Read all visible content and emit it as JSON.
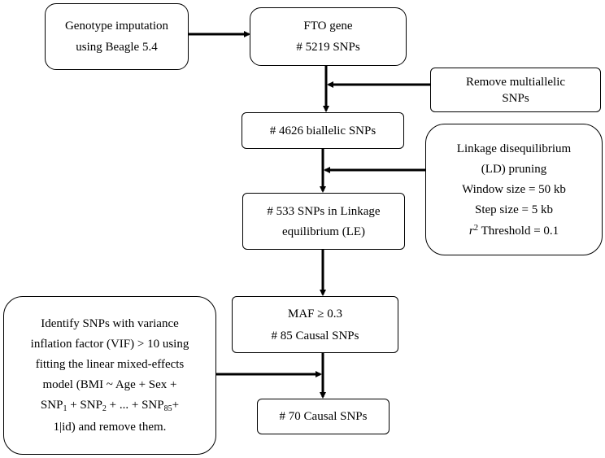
{
  "nodes": {
    "imputation": {
      "lines": [
        "Genotype imputation",
        "using Beagle 5.4"
      ]
    },
    "fto": {
      "lines": [
        "FTO gene",
        "# 5219 SNPs"
      ]
    },
    "remove": {
      "lines": [
        "Remove multiallelic",
        "SNPs"
      ]
    },
    "biallelic": {
      "lines": [
        "# 4626 biallelic SNPs"
      ]
    },
    "ld": {
      "lines": [
        "Linkage disequilibrium",
        "(LD) pruning",
        "Window size = 50 kb",
        "Step size = 5 kb"
      ],
      "threshold": {
        "var": "r",
        "sup": "2",
        "rest": " Threshold = 0.1"
      }
    },
    "le": {
      "lines": [
        "# 533 SNPs in Linkage",
        "equilibrium (LE)"
      ]
    },
    "maf": {
      "lines": [
        "MAF ≥ 0.3",
        "# 85 Causal SNPs"
      ]
    },
    "vif": {
      "lines": [
        "Identify SNPs with variance",
        "inflation factor (VIF) > 10 using",
        "fitting the linear mixed-effects",
        "model (BMI ~ Age + Sex +"
      ],
      "formula": {
        "a": "SNP",
        "a_sub": "1",
        "b": " + SNP",
        "b_sub": "2",
        "c": " + ... + SNP",
        "c_sub": "85",
        "d": "+"
      },
      "last_line": "1|id) and remove them."
    },
    "final": {
      "lines": [
        "# 70 Causal SNPs"
      ]
    }
  }
}
